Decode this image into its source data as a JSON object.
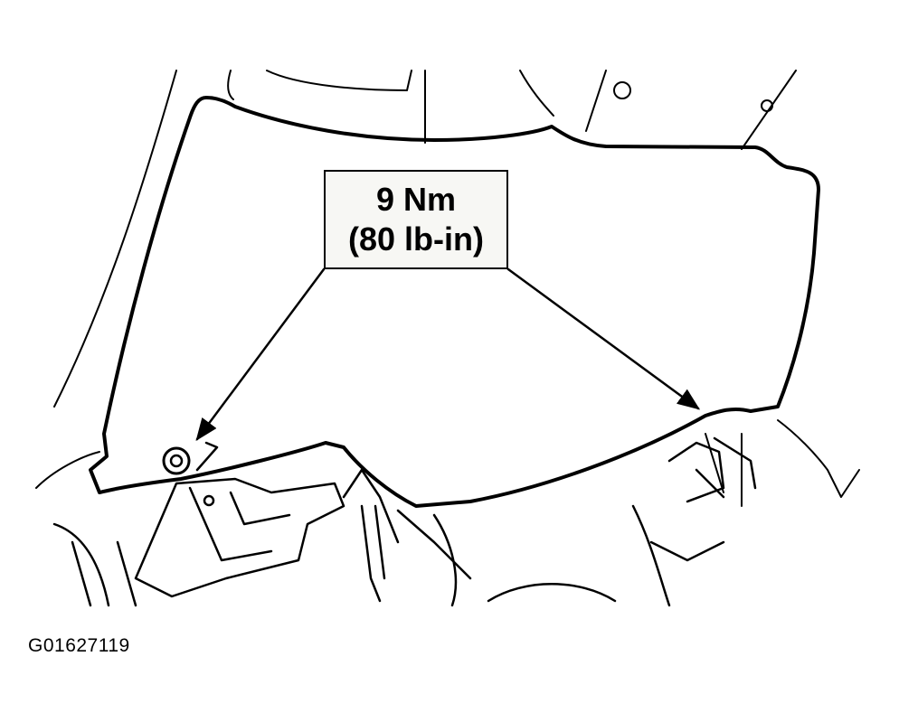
{
  "callout": {
    "line1": "9 Nm",
    "line2": "(80 lb-in)"
  },
  "figure_id": "G01627119",
  "colors": {
    "line": "#000000",
    "background": "#ffffff",
    "callout_fill": "#f7f7f4"
  }
}
